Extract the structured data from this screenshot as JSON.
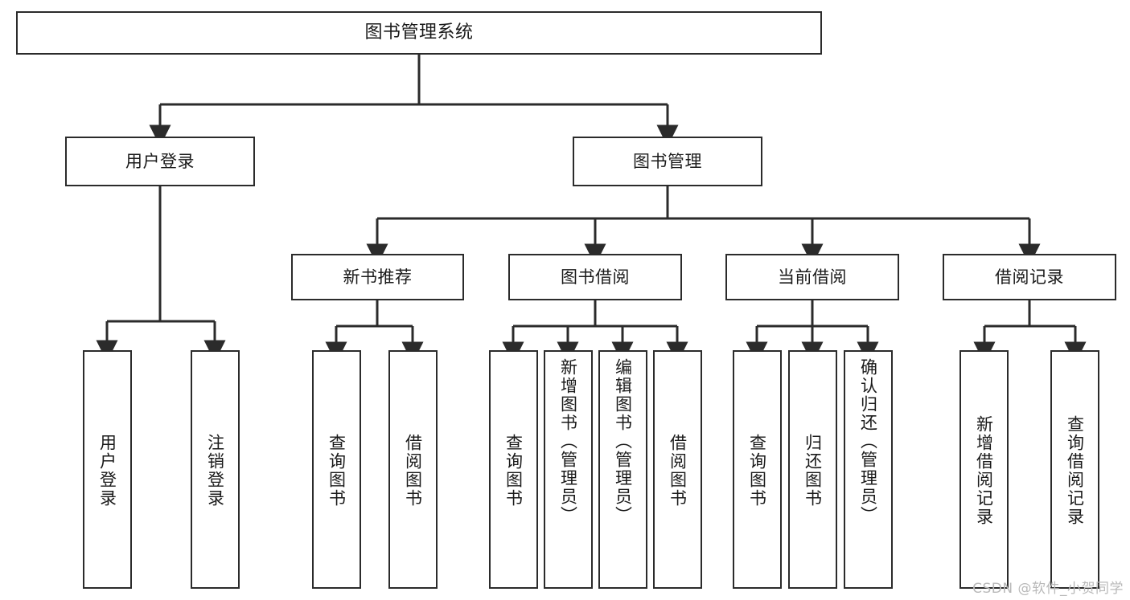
{
  "diagram": {
    "title": "图书管理系统",
    "type": "tree",
    "colors": {
      "box_border": "#2b2b2b",
      "box_fill": "#ffffff",
      "edge": "#2b2b2b",
      "text": "#1a1a1a",
      "watermark": "#b9b9b9"
    },
    "root": {
      "label": "图书管理系统"
    },
    "level2": [
      {
        "id": "user-login",
        "label": "用户登录"
      },
      {
        "id": "book-manage",
        "label": "图书管理"
      }
    ],
    "level3": [
      {
        "id": "new-book-recommend",
        "label": "新书推荐"
      },
      {
        "id": "book-borrow",
        "label": "图书借阅"
      },
      {
        "id": "current-borrow",
        "label": "当前借阅"
      },
      {
        "id": "borrow-record",
        "label": "借阅记录"
      }
    ],
    "leaves": {
      "user_login": [
        {
          "id": "leaf-user-login",
          "label": "用户登录"
        },
        {
          "id": "leaf-logout-login",
          "label": "注销登录"
        }
      ],
      "new_book_recommend": [
        {
          "id": "leaf-query-book-1",
          "label": "查询图书"
        },
        {
          "id": "leaf-borrow-book-1",
          "label": "借阅图书"
        }
      ],
      "book_borrow": [
        {
          "id": "leaf-query-book-2",
          "label": "查询图书"
        },
        {
          "id": "leaf-add-book",
          "label": "新增图书（管理员）"
        },
        {
          "id": "leaf-edit-book",
          "label": "编辑图书（管理员）"
        },
        {
          "id": "leaf-borrow-book-2",
          "label": "借阅图书"
        }
      ],
      "current_borrow": [
        {
          "id": "leaf-query-book-3",
          "label": "查询图书"
        },
        {
          "id": "leaf-return-book",
          "label": "归还图书"
        },
        {
          "id": "leaf-confirm-return",
          "label": "确认归还（管理员）"
        }
      ],
      "borrow_record": [
        {
          "id": "leaf-add-record",
          "label": "新增借阅记录"
        },
        {
          "id": "leaf-query-record",
          "label": "查询借阅记录"
        }
      ]
    }
  },
  "watermark": {
    "text": "CSDN @软件_小贺同学"
  }
}
